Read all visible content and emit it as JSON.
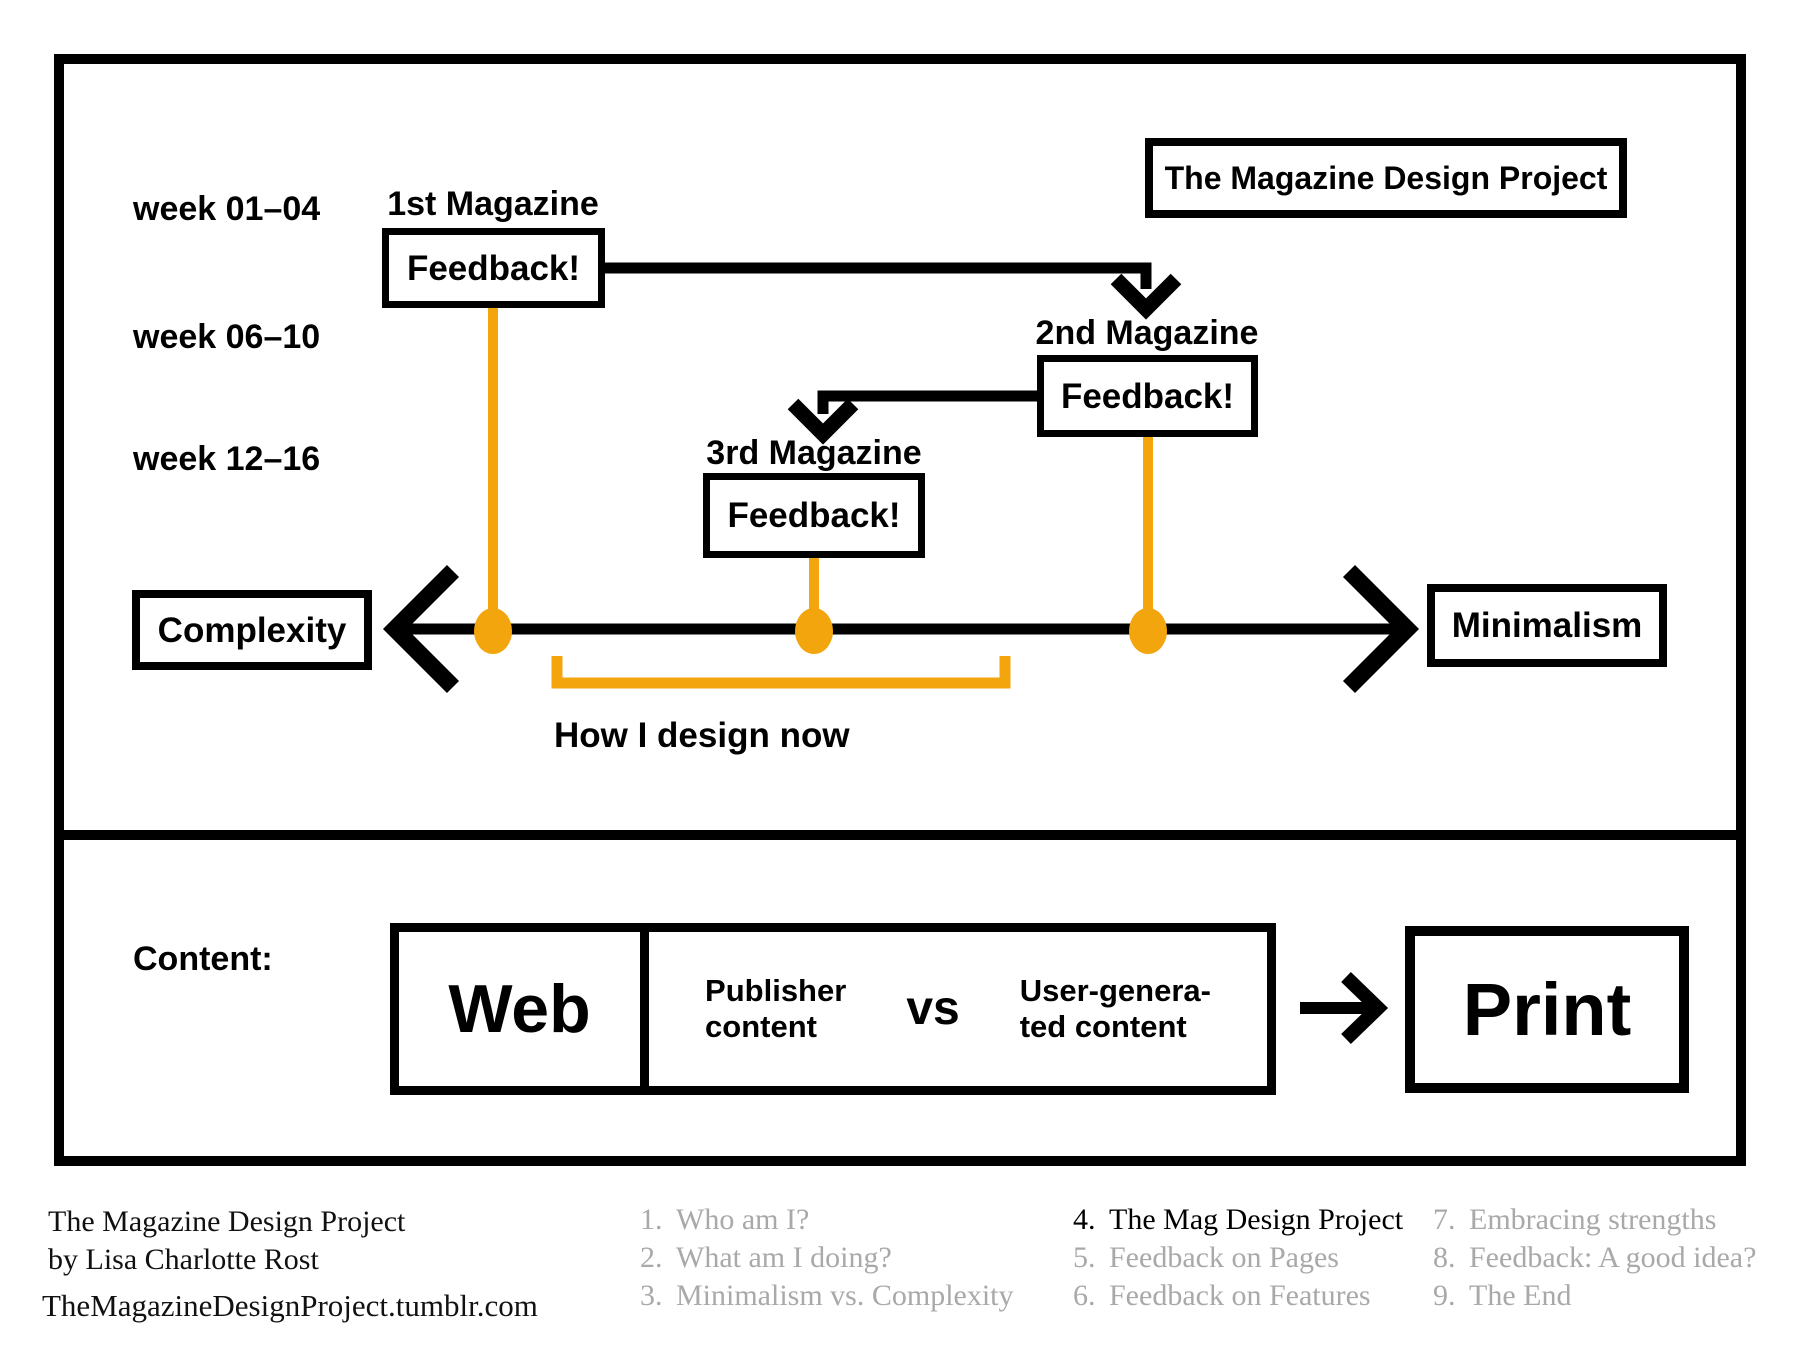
{
  "colors": {
    "orange": "#F2A50C",
    "gray": "#A9A9A9",
    "black": "#000000"
  },
  "title": "The Magazine Design Project",
  "timeline": {
    "weeks": [
      "week 01–04",
      "week 06–10",
      "week 12–16"
    ],
    "mags": [
      {
        "name": "1st Magazine",
        "feedback": "Feedback!"
      },
      {
        "name": "2nd Magazine",
        "feedback": "Feedback!"
      },
      {
        "name": "3rd Magazine",
        "feedback": "Feedback!"
      }
    ],
    "axis": {
      "left": "Complexity",
      "right": "Minimalism"
    },
    "bracket_label": "How I design now"
  },
  "content": {
    "label": "Content:",
    "web": "Web",
    "publisher": "Publisher\ncontent",
    "vs": "vs",
    "user_generated": "User-genera-\nted content",
    "print": "Print"
  },
  "footer": {
    "credit_line1": "The Magazine Design Project",
    "credit_line2": "by Lisa Charlotte Rost",
    "url": "TheMagazineDesignProject.tumblr.com",
    "agenda": [
      {
        "num": "1.",
        "text": "Who am I?",
        "active": false
      },
      {
        "num": "2.",
        "text": "What am I doing?",
        "active": false
      },
      {
        "num": "3.",
        "text": "Minimalism vs. Complexity",
        "active": false
      },
      {
        "num": "4.",
        "text": "The Mag Design Project",
        "active": true
      },
      {
        "num": "5.",
        "text": "Feedback on Pages",
        "active": false
      },
      {
        "num": "6.",
        "text": "Feedback on Features",
        "active": false
      },
      {
        "num": "7.",
        "text": "Embracing strengths",
        "active": false
      },
      {
        "num": "8.",
        "text": "Feedback: A good idea?",
        "active": false
      },
      {
        "num": "9.",
        "text": "The End",
        "active": false
      }
    ]
  }
}
